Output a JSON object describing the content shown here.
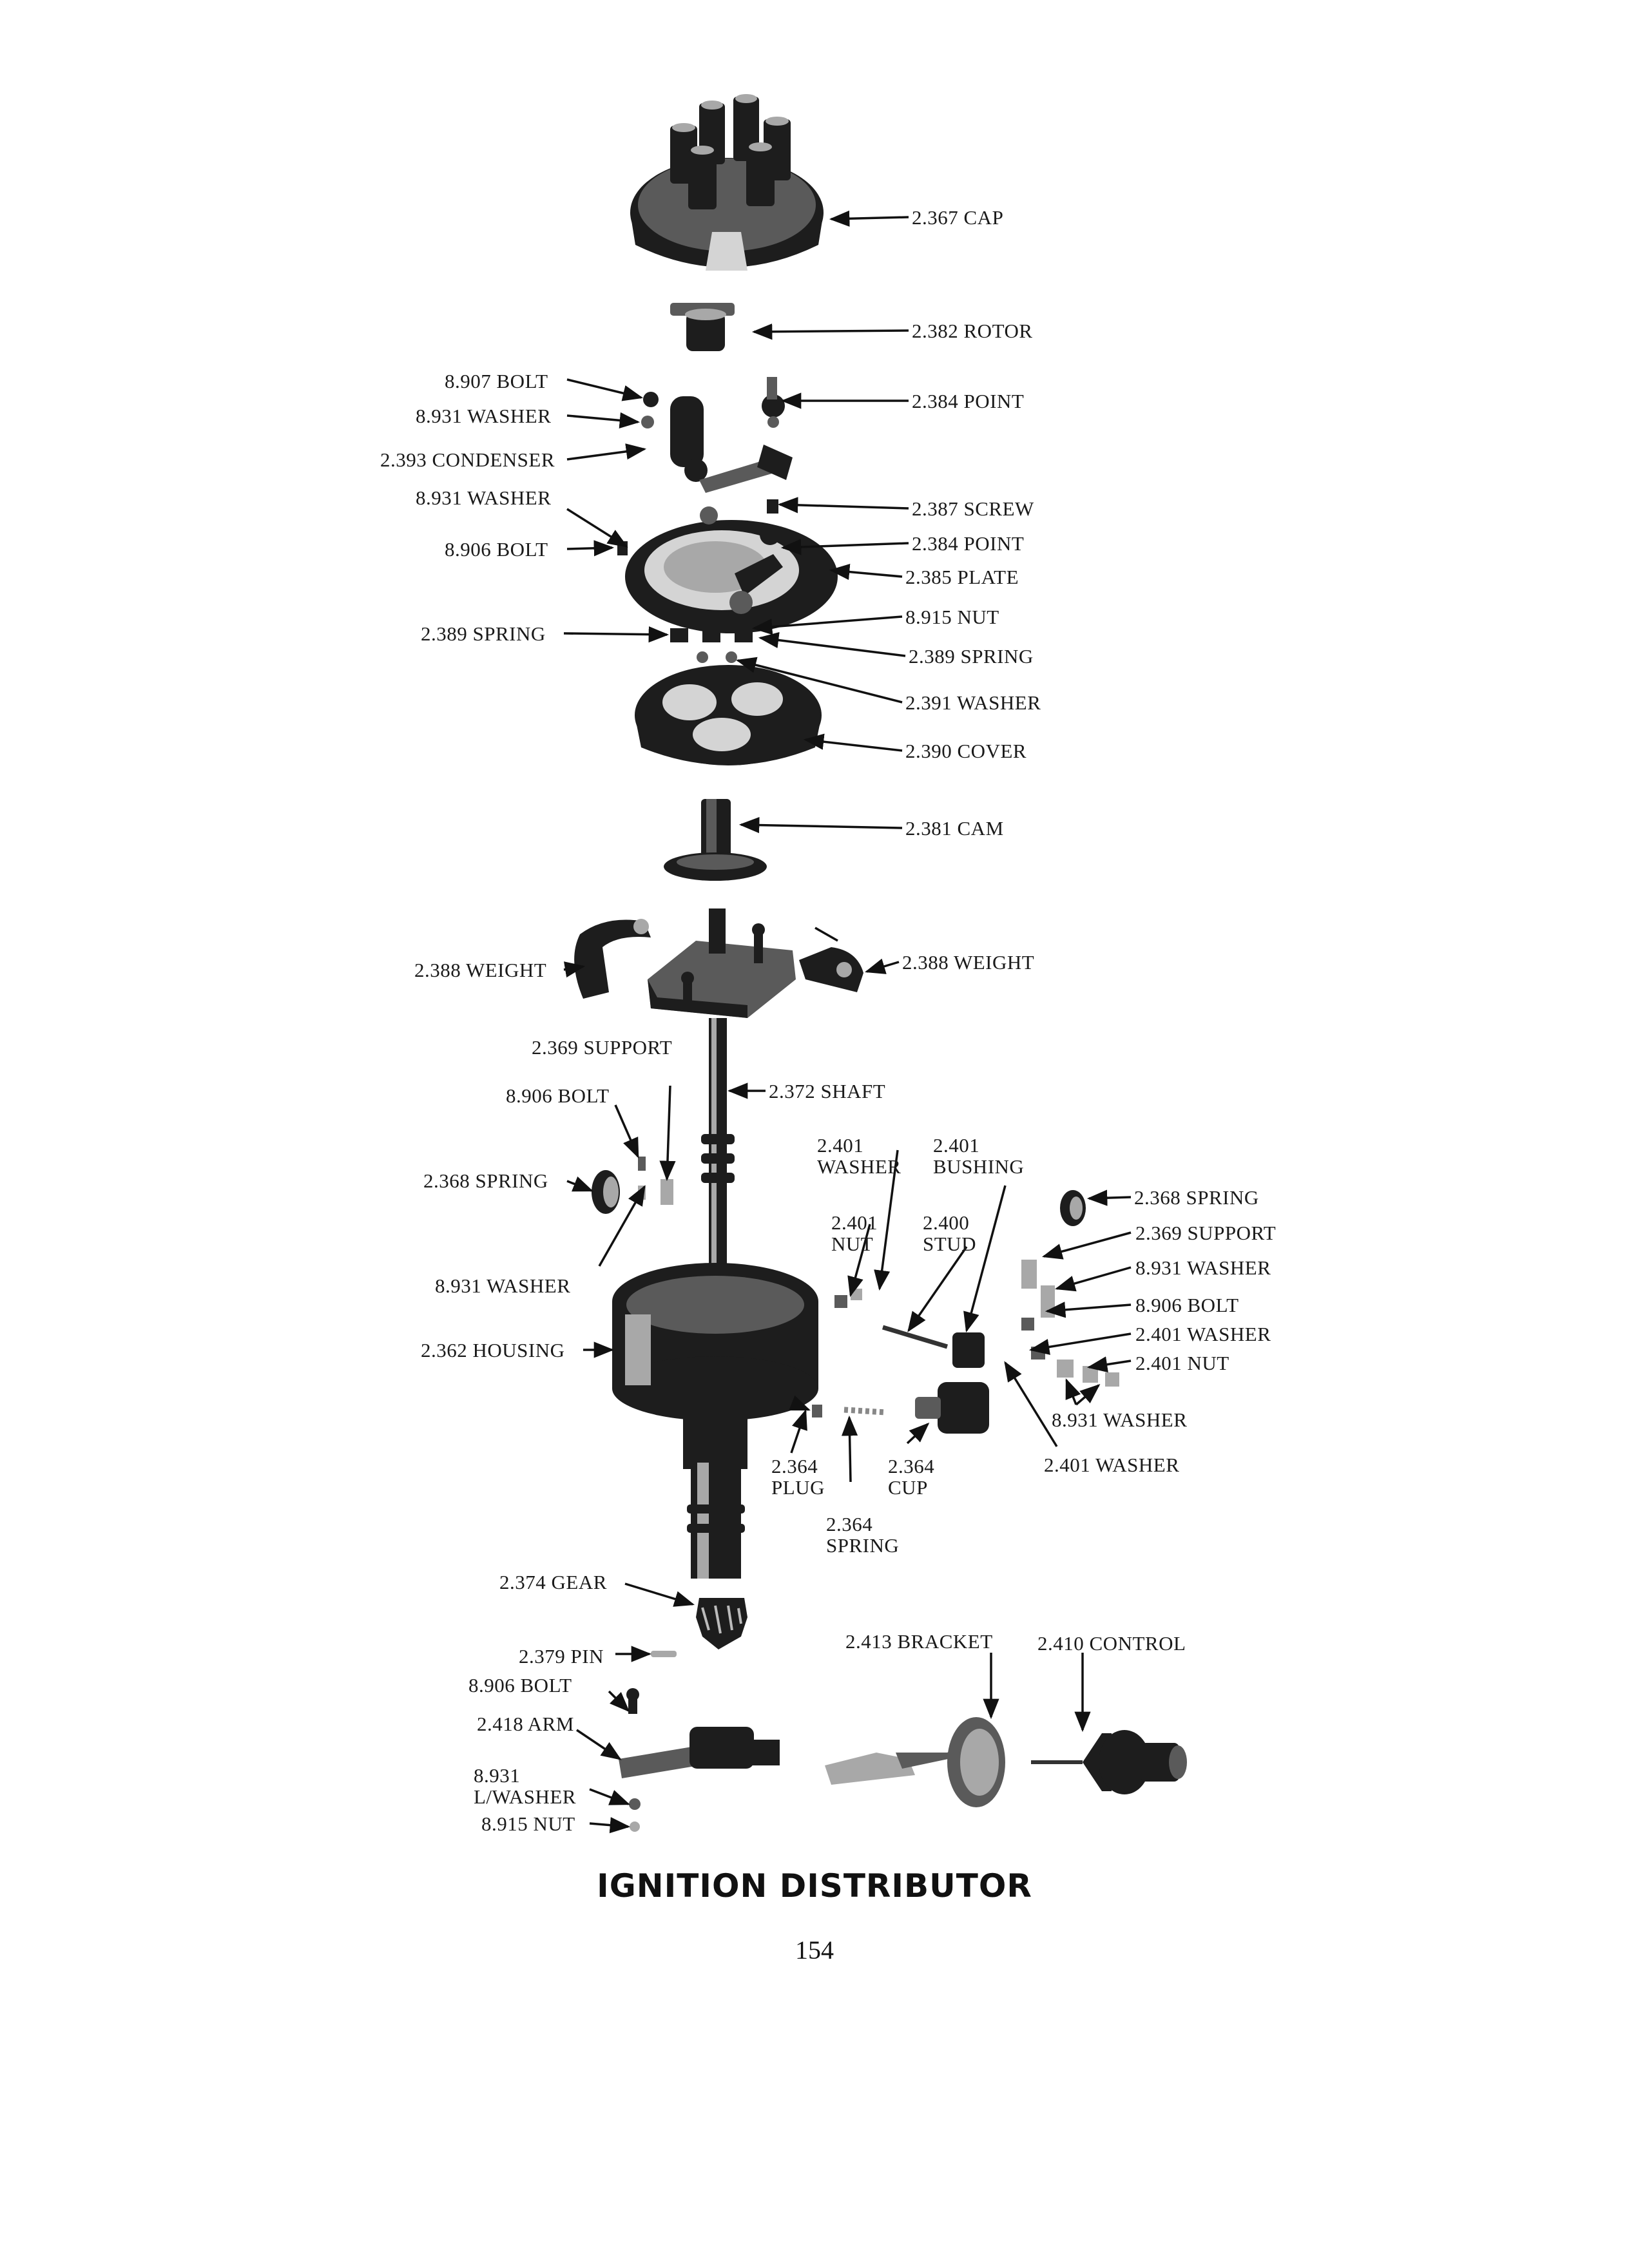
{
  "diagram": {
    "title": "IGNITION DISTRIBUTOR",
    "page_number": "154",
    "labels": {
      "cap": "2.367 CAP",
      "rotor": "2.382 ROTOR",
      "bolt_8907": "8.907 BOLT",
      "point_upper": "2.384 POINT",
      "washer_8931_a": "8.931 WASHER",
      "condenser": "2.393 CONDENSER",
      "washer_8931_b": "8.931 WASHER",
      "screw": "2.387 SCREW",
      "bolt_8906_a": "8.906 BOLT",
      "point_lower": "2.384 POINT",
      "plate": "2.385 PLATE",
      "nut_8915_a": "8.915 NUT",
      "spring_2389_left": "2.389 SPRING",
      "spring_2389_right": "2.389 SPRING",
      "washer_2391": "2.391 WASHER",
      "cover": "2.390 COVER",
      "cam": "2.381 CAM",
      "weight_left": "2.388 WEIGHT",
      "weight_right": "2.388 WEIGHT",
      "support_left": "2.369 SUPPORT",
      "bolt_8906_b": "8.906 BOLT",
      "shaft": "2.372 SHAFT",
      "washer_2401_top": "2.401\nWASHER",
      "bushing_2401": "2.401\nBUSHING",
      "spring_2368_left": "2.368 SPRING",
      "spring_2368_right": "2.368 SPRING",
      "nut_2401_upper": "2.401\nNUT",
      "stud_2400": "2.400\nSTUD",
      "support_right": "2.369 SUPPORT",
      "washer_8931_c": "8.931 WASHER",
      "washer_8931_d": "8.931 WASHER",
      "bolt_8906_c": "8.906 BOLT",
      "housing": "2.362 HOUSING",
      "washer_2401_right": "2.401 WASHER",
      "nut_2401_right": "2.401 NUT",
      "washer_8931_e": "8.931 WASHER",
      "plug_2364": "2.364\nPLUG",
      "cup_2364": "2.364\nCUP",
      "washer_2401_low": "2.401 WASHER",
      "spring_2364": "2.364\nSPRING",
      "gear": "2.374 GEAR",
      "bracket": "2.413 BRACKET",
      "control": "2.410 CONTROL",
      "pin": "2.379 PIN",
      "bolt_8906_d": "8.906 BOLT",
      "arm": "2.418 ARM",
      "lwasher": "8.931\nL/WASHER",
      "nut_8915_b": "8.915 NUT"
    }
  }
}
